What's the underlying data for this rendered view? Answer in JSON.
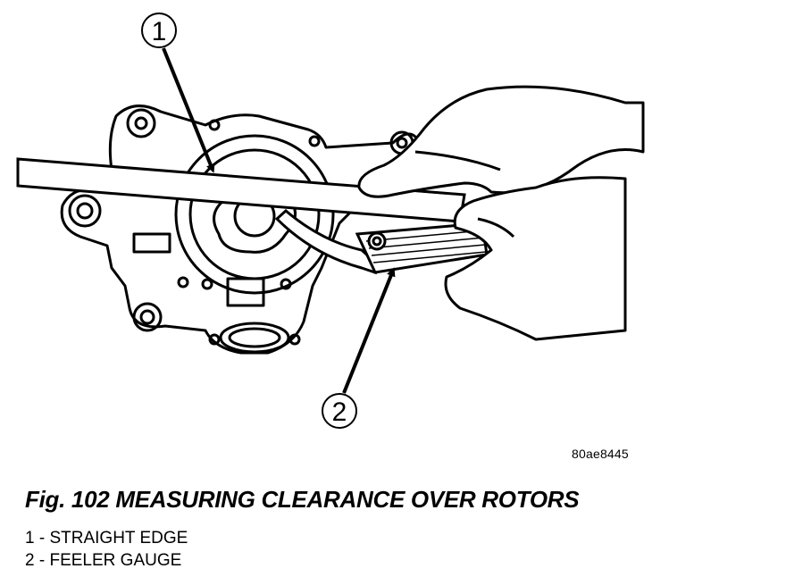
{
  "figure": {
    "callouts": [
      {
        "number": "1"
      },
      {
        "number": "2"
      }
    ],
    "image_id": "80ae8445",
    "caption": "Fig. 102 MEASURING CLEARANCE OVER ROTORS",
    "legend": [
      {
        "number": "1",
        "label": "STRAIGHT EDGE"
      },
      {
        "number": "2",
        "label": "FEELER GAUGE"
      }
    ]
  }
}
